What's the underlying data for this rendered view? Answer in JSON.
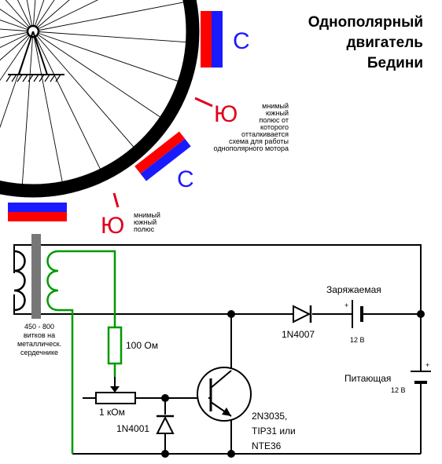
{
  "title": {
    "line1": "Однополярный",
    "line2": "двигатель",
    "line3": "Бедини"
  },
  "magnet_labels": {
    "c_top": "С",
    "c_mid": "С",
    "yu_top": "Ю",
    "yu_bottom": "Ю"
  },
  "notes": {
    "yu_top_note": [
      "мнимый",
      "южный",
      "полюс от",
      "которого",
      "отталкивается",
      "схема для работы",
      "однополярного мотора"
    ],
    "yu_bottom_note": [
      "мнимый",
      "южный",
      "полюс"
    ]
  },
  "coil": {
    "note": [
      "450 - 800",
      "витков на",
      "металлическ.",
      "сердечнике"
    ]
  },
  "components": {
    "resistor_100": "100 Ом",
    "pot_1k": "1 кОм",
    "diode_1n4001": "1N4001",
    "diode_1n4007": "1N4007",
    "transistor": [
      "2N3035,",
      "TIP31 или",
      "NTE36"
    ],
    "charge_battery": "Заряжаемая",
    "charge_voltage": "12 В",
    "supply_battery": "Питающая",
    "supply_voltage": "12 В",
    "plus_sign": "+"
  },
  "colors": {
    "north": "#ff0000",
    "south": "#1a1aff",
    "coil_green": "#009900",
    "pole_label_red": "#e0001b",
    "pole_label_blue": "#1a1aff"
  }
}
